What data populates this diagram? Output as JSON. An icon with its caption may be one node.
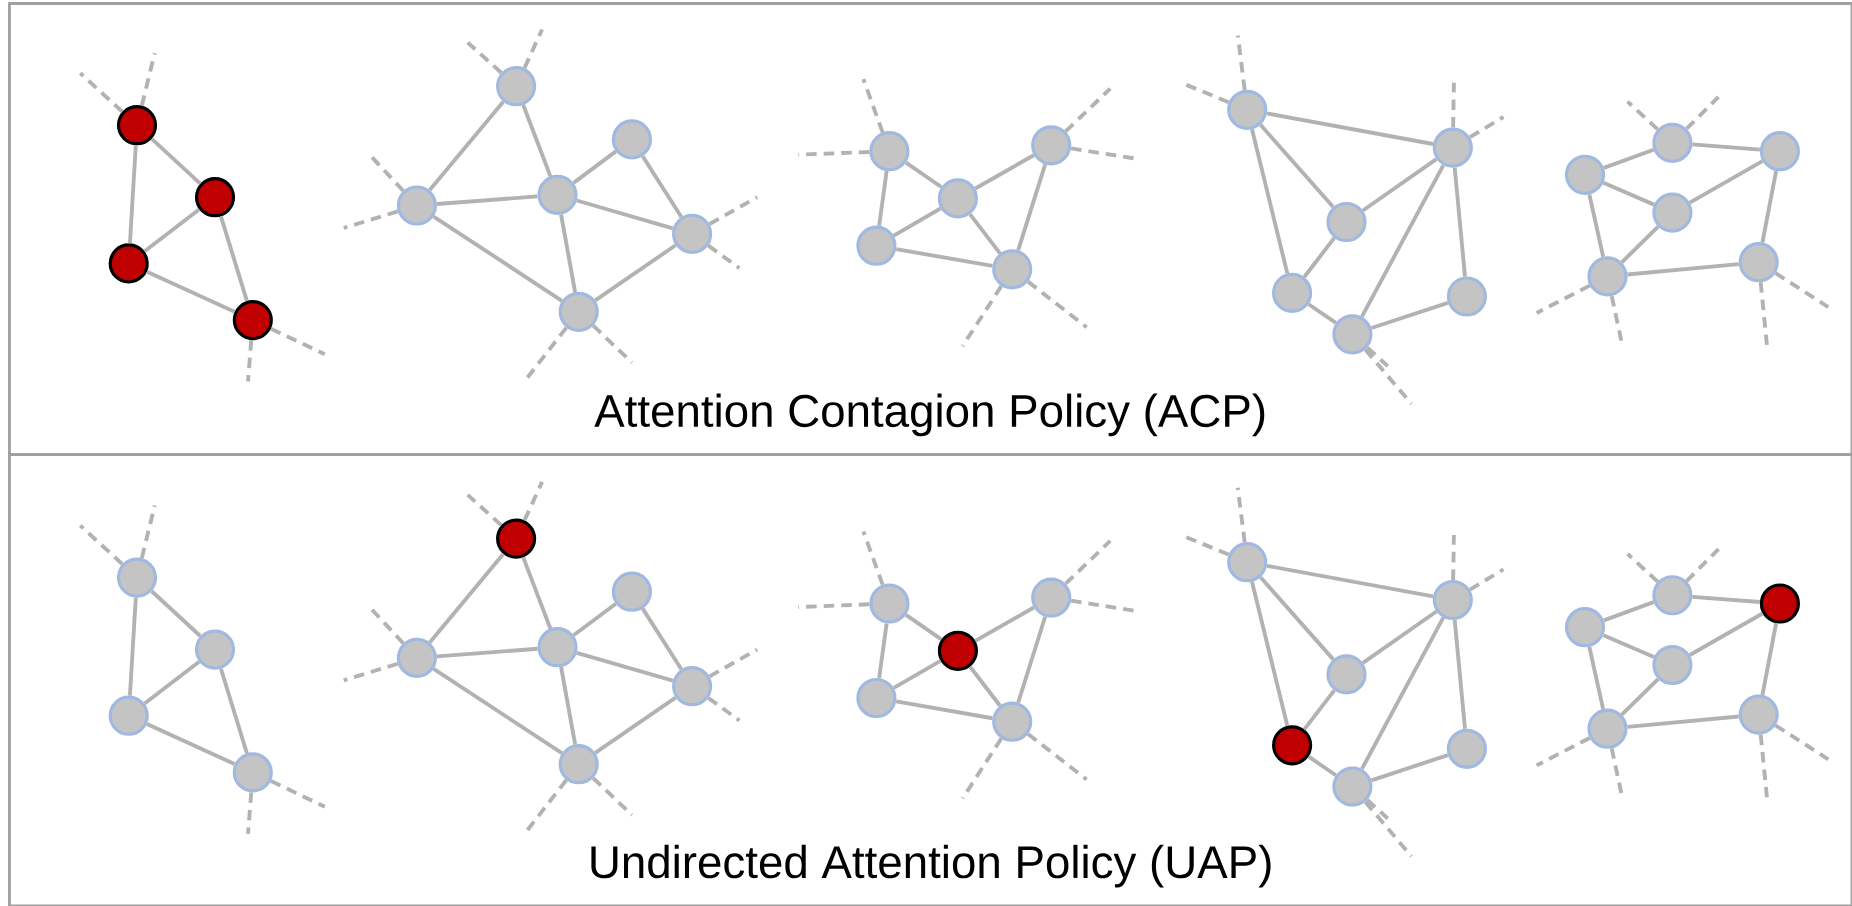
{
  "diagram": {
    "nodes": [
      {
        "text": [
          "Attention Contagion Policy (ACP)"
        ]
      },
      {
        "text": [],
        "shape": "circle",
        "in": 0
      },
      {
        "text": [],
        "shape": "circle",
        "in": 0
      },
      {
        "text": [],
        "shape": "circle",
        "in": 0
      },
      {
        "text": [],
        "shape": "circle",
        "in": 0
      },
      {
        "text": [],
        "shape": "circle",
        "in": 0
      },
      {
        "text": [],
        "shape": "circle",
        "in": 0
      },
      {
        "text": [],
        "shape": "circle",
        "in": 0
      },
      {
        "text": [],
        "shape": "circle",
        "in": 0
      },
      {
        "text": [],
        "shape": "circle",
        "in": 0
      },
      {
        "text": [],
        "shape": "circle",
        "in": 0
      },
      {
        "text": [],
        "shape": "circle",
        "in": 0
      },
      {
        "text": [],
        "shape": "circle",
        "in": 0
      },
      {
        "text": [],
        "shape": "circle",
        "in": 0
      },
      {
        "text": [],
        "shape": "circle",
        "in": 0
      },
      {
        "text": [],
        "shape": "circle",
        "in": 0
      },
      {
        "text": [],
        "shape": "circle",
        "in": 0
      },
      {
        "text": [],
        "shape": "circle",
        "in": 0
      },
      {
        "text": [],
        "shape": "circle",
        "in": 0
      },
      {
        "text": [],
        "shape": "circle",
        "in": 0
      },
      {
        "text": [],
        "shape": "circle",
        "in": 0
      },
      {
        "text": [],
        "shape": "circle",
        "in": 0
      },
      {
        "text": [],
        "shape": "circle",
        "in": 0
      },
      {
        "text": [],
        "shape": "circle",
        "in": 0
      },
      {
        "text": [],
        "shape": "circle",
        "in": 0
      },
      {
        "text": [],
        "shape": "circle",
        "in": 0
      },
      {
        "text": [],
        "shape": "circle",
        "in": 0
      },
      {
        "text": [],
        "shape": "circle",
        "in": 0
      },
      {
        "text": [
          "Undirected Attention Policy (UAP)"
        ]
      },
      {
        "text": [],
        "shape": "circle",
        "in": 28
      },
      {
        "text": [],
        "shape": "circle",
        "in": 28
      },
      {
        "text": [],
        "shape": "circle",
        "in": 28
      },
      {
        "text": [],
        "shape": "circle",
        "in": 28
      },
      {
        "text": [],
        "shape": "circle",
        "in": 28
      },
      {
        "text": [],
        "shape": "circle",
        "in": 28
      },
      {
        "text": [],
        "shape": "circle",
        "in": 28
      },
      {
        "text": [],
        "shape": "circle",
        "in": 28
      },
      {
        "text": [],
        "shape": "circle",
        "in": 28
      },
      {
        "text": [],
        "shape": "circle",
        "in": 28
      },
      {
        "text": [],
        "shape": "circle",
        "in": 28
      },
      {
        "text": [],
        "shape": "circle",
        "in": 28
      },
      {
        "text": [],
        "shape": "circle",
        "in": 28
      },
      {
        "text": [],
        "shape": "circle",
        "in": 28
      },
      {
        "text": [],
        "shape": "circle",
        "in": 28
      },
      {
        "text": [],
        "shape": "circle",
        "in": 28
      },
      {
        "text": [],
        "shape": "circle",
        "in": 28
      },
      {
        "text": [],
        "shape": "circle",
        "in": 28
      },
      {
        "text": [],
        "shape": "circle",
        "in": 28
      },
      {
        "text": [],
        "shape": "circle",
        "in": 28
      },
      {
        "text": [],
        "shape": "circle",
        "in": 28
      },
      {
        "text": [],
        "shape": "circle",
        "in": 28
      },
      {
        "text": [],
        "shape": "circle",
        "in": 28
      },
      {
        "text": [],
        "shape": "circle",
        "in": 28
      },
      {
        "text": [],
        "shape": "circle",
        "in": 28
      },
      {
        "text": [],
        "shape": "circle",
        "in": 28
      },
      {
        "text": [],
        "shape": "circle",
        "in": 28
      }
    ],
    "edges": [
      {
        "from": 1,
        "to": 2,
        "arrow": "none"
      },
      {
        "from": 1,
        "to": 3,
        "arrow": "none"
      },
      {
        "from": 3,
        "to": 2,
        "arrow": "none"
      },
      {
        "from": 2,
        "to": 4,
        "arrow": "none"
      },
      {
        "from": 3,
        "to": 4,
        "arrow": "none"
      },
      {
        "from": 5,
        "to": 6,
        "arrow": "none"
      },
      {
        "from": 5,
        "to": 7,
        "arrow": "none"
      },
      {
        "from": 6,
        "to": 7,
        "arrow": "none"
      },
      {
        "from": 7,
        "to": 8,
        "arrow": "none"
      },
      {
        "from": 8,
        "to": 9,
        "arrow": "none"
      },
      {
        "from": 7,
        "to": 9,
        "arrow": "none"
      },
      {
        "from": 6,
        "to": 10,
        "arrow": "none"
      },
      {
        "from": 7,
        "to": 10,
        "arrow": "none"
      },
      {
        "from": 10,
        "to": 9,
        "arrow": "none"
      },
      {
        "from": 11,
        "to": 12,
        "arrow": "none"
      },
      {
        "from": 11,
        "to": 13,
        "arrow": "none"
      },
      {
        "from": 13,
        "to": 12,
        "arrow": "none"
      },
      {
        "from": 12,
        "to": 14,
        "arrow": "none"
      },
      {
        "from": 13,
        "to": 14,
        "arrow": "none"
      },
      {
        "from": 12,
        "to": 15,
        "arrow": "none"
      },
      {
        "from": 15,
        "to": 14,
        "arrow": "none"
      },
      {
        "from": 16,
        "to": 17,
        "arrow": "none"
      },
      {
        "from": 16,
        "to": 18,
        "arrow": "none"
      },
      {
        "from": 16,
        "to": 19,
        "arrow": "none"
      },
      {
        "from": 17,
        "to": 18,
        "arrow": "none"
      },
      {
        "from": 17,
        "to": 19,
        "arrow": "none"
      },
      {
        "from": 18,
        "to": 20,
        "arrow": "none"
      },
      {
        "from": 18,
        "to": 21,
        "arrow": "none"
      },
      {
        "from": 20,
        "to": 21,
        "arrow": "none"
      },
      {
        "from": 19,
        "to": 20,
        "arrow": "none"
      },
      {
        "from": 23,
        "to": 22,
        "arrow": "none"
      },
      {
        "from": 22,
        "to": 24,
        "arrow": "none"
      },
      {
        "from": 23,
        "to": 25,
        "arrow": "none"
      },
      {
        "from": 25,
        "to": 24,
        "arrow": "none"
      },
      {
        "from": 25,
        "to": 26,
        "arrow": "none"
      },
      {
        "from": 23,
        "to": 26,
        "arrow": "none"
      },
      {
        "from": 24,
        "to": 27,
        "arrow": "none"
      },
      {
        "from": 26,
        "to": 27,
        "arrow": "none"
      },
      {
        "from": 1,
        "to": null,
        "arrow": "none",
        "style": "dashed"
      },
      {
        "from": 1,
        "to": null,
        "arrow": "none",
        "style": "dashed"
      },
      {
        "from": 4,
        "to": null,
        "arrow": "none",
        "style": "dashed"
      },
      {
        "from": 4,
        "to": null,
        "arrow": "none",
        "style": "dashed"
      },
      {
        "from": 5,
        "to": null,
        "arrow": "none",
        "style": "dashed"
      },
      {
        "from": 5,
        "to": null,
        "arrow": "none",
        "style": "dashed"
      },
      {
        "from": 6,
        "to": null,
        "arrow": "none",
        "style": "dashed"
      },
      {
        "from": 6,
        "to": null,
        "arrow": "none",
        "style": "dashed"
      },
      {
        "from": 9,
        "to": null,
        "arrow": "none",
        "style": "dashed"
      },
      {
        "from": 9,
        "to": null,
        "arrow": "none",
        "style": "dashed"
      },
      {
        "from": 10,
        "to": null,
        "arrow": "none",
        "style": "dashed"
      },
      {
        "from": 10,
        "to": null,
        "arrow": "none",
        "style": "dashed"
      },
      {
        "from": 11,
        "to": null,
        "arrow": "none",
        "style": "dashed"
      },
      {
        "from": 11,
        "to": null,
        "arrow": "none",
        "style": "dashed"
      },
      {
        "from": 15,
        "to": null,
        "arrow": "none",
        "style": "dashed"
      },
      {
        "from": 15,
        "to": null,
        "arrow": "none",
        "style": "dashed"
      },
      {
        "from": 14,
        "to": null,
        "arrow": "none",
        "style": "dashed"
      },
      {
        "from": 14,
        "to": null,
        "arrow": "none",
        "style": "dashed"
      },
      {
        "from": 16,
        "to": null,
        "arrow": "none",
        "style": "dashed"
      },
      {
        "from": 16,
        "to": null,
        "arrow": "none",
        "style": "dashed"
      },
      {
        "from": 18,
        "to": null,
        "arrow": "none",
        "style": "dashed"
      },
      {
        "from": 18,
        "to": null,
        "arrow": "none",
        "style": "dashed"
      },
      {
        "from": 20,
        "to": null,
        "arrow": "none",
        "style": "dashed"
      },
      {
        "from": 20,
        "to": null,
        "arrow": "none",
        "style": "dashed"
      },
      {
        "from": 22,
        "to": null,
        "arrow": "none",
        "style": "dashed"
      },
      {
        "from": 22,
        "to": null,
        "arrow": "none",
        "style": "dashed"
      },
      {
        "from": 26,
        "to": null,
        "arrow": "none",
        "style": "dashed"
      },
      {
        "from": 26,
        "to": null,
        "arrow": "none",
        "style": "dashed"
      },
      {
        "from": 27,
        "to": null,
        "arrow": "none",
        "style": "dashed"
      },
      {
        "from": 27,
        "to": null,
        "arrow": "none",
        "style": "dashed"
      },
      {
        "from": 29,
        "to": 30,
        "arrow": "none"
      },
      {
        "from": 29,
        "to": 31,
        "arrow": "none"
      },
      {
        "from": 31,
        "to": 30,
        "arrow": "none"
      },
      {
        "from": 30,
        "to": 32,
        "arrow": "none"
      },
      {
        "from": 31,
        "to": 32,
        "arrow": "none"
      },
      {
        "from": 33,
        "to": 34,
        "arrow": "none"
      },
      {
        "from": 33,
        "to": 35,
        "arrow": "none"
      },
      {
        "from": 34,
        "to": 35,
        "arrow": "none"
      },
      {
        "from": 35,
        "to": 36,
        "arrow": "none"
      },
      {
        "from": 36,
        "to": 37,
        "arrow": "none"
      },
      {
        "from": 35,
        "to": 37,
        "arrow": "none"
      },
      {
        "from": 34,
        "to": 38,
        "arrow": "none"
      },
      {
        "from": 35,
        "to": 38,
        "arrow": "none"
      },
      {
        "from": 38,
        "to": 37,
        "arrow": "none"
      },
      {
        "from": 39,
        "to": 40,
        "arrow": "none"
      },
      {
        "from": 39,
        "to": 41,
        "arrow": "none"
      },
      {
        "from": 41,
        "to": 40,
        "arrow": "none"
      },
      {
        "from": 40,
        "to": 42,
        "arrow": "none"
      },
      {
        "from": 41,
        "to": 42,
        "arrow": "none"
      },
      {
        "from": 40,
        "to": 43,
        "arrow": "none"
      },
      {
        "from": 43,
        "to": 42,
        "arrow": "none"
      },
      {
        "from": 44,
        "to": 45,
        "arrow": "none"
      },
      {
        "from": 44,
        "to": 46,
        "arrow": "none"
      },
      {
        "from": 44,
        "to": 47,
        "arrow": "none"
      },
      {
        "from": 45,
        "to": 46,
        "arrow": "none"
      },
      {
        "from": 45,
        "to": 47,
        "arrow": "none"
      },
      {
        "from": 46,
        "to": 48,
        "arrow": "none"
      },
      {
        "from": 46,
        "to": 49,
        "arrow": "none"
      },
      {
        "from": 48,
        "to": 49,
        "arrow": "none"
      },
      {
        "from": 47,
        "to": 48,
        "arrow": "none"
      },
      {
        "from": 51,
        "to": 50,
        "arrow": "none"
      },
      {
        "from": 50,
        "to": 52,
        "arrow": "none"
      },
      {
        "from": 51,
        "to": 53,
        "arrow": "none"
      },
      {
        "from": 53,
        "to": 52,
        "arrow": "none"
      },
      {
        "from": 53,
        "to": 54,
        "arrow": "none"
      },
      {
        "from": 51,
        "to": 54,
        "arrow": "none"
      },
      {
        "from": 52,
        "to": 55,
        "arrow": "none"
      },
      {
        "from": 54,
        "to": 55,
        "arrow": "none"
      },
      {
        "from": 29,
        "to": null,
        "arrow": "none",
        "style": "dashed"
      },
      {
        "from": 29,
        "to": null,
        "arrow": "none",
        "style": "dashed"
      },
      {
        "from": 32,
        "to": null,
        "arrow": "none",
        "style": "dashed"
      },
      {
        "from": 32,
        "to": null,
        "arrow": "none",
        "style": "dashed"
      },
      {
        "from": 33,
        "to": null,
        "arrow": "none",
        "style": "dashed"
      },
      {
        "from": 33,
        "to": null,
        "arrow": "none",
        "style": "dashed"
      },
      {
        "from": 34,
        "to": null,
        "arrow": "none",
        "style": "dashed"
      },
      {
        "from": 34,
        "to": null,
        "arrow": "none",
        "style": "dashed"
      },
      {
        "from": 37,
        "to": null,
        "arrow": "none",
        "style": "dashed"
      },
      {
        "from": 37,
        "to": null,
        "arrow": "none",
        "style": "dashed"
      },
      {
        "from": 38,
        "to": null,
        "arrow": "none",
        "style": "dashed"
      },
      {
        "from": 38,
        "to": null,
        "arrow": "none",
        "style": "dashed"
      },
      {
        "from": 39,
        "to": null,
        "arrow": "none",
        "style": "dashed"
      },
      {
        "from": 39,
        "to": null,
        "arrow": "none",
        "style": "dashed"
      },
      {
        "from": 43,
        "to": null,
        "arrow": "none",
        "style": "dashed"
      },
      {
        "from": 43,
        "to": null,
        "arrow": "none",
        "style": "dashed"
      },
      {
        "from": 42,
        "to": null,
        "arrow": "none",
        "style": "dashed"
      },
      {
        "from": 42,
        "to": null,
        "arrow": "none",
        "style": "dashed"
      },
      {
        "from": 44,
        "to": null,
        "arrow": "none",
        "style": "dashed"
      },
      {
        "from": 44,
        "to": null,
        "arrow": "none",
        "style": "dashed"
      },
      {
        "from": 46,
        "to": null,
        "arrow": "none",
        "style": "dashed"
      },
      {
        "from": 46,
        "to": null,
        "arrow": "none",
        "style": "dashed"
      },
      {
        "from": 48,
        "to": null,
        "arrow": "none",
        "style": "dashed"
      },
      {
        "from": 48,
        "to": null,
        "arrow": "none",
        "style": "dashed"
      },
      {
        "from": 50,
        "to": null,
        "arrow": "none",
        "style": "dashed"
      },
      {
        "from": 50,
        "to": null,
        "arrow": "none",
        "style": "dashed"
      },
      {
        "from": 54,
        "to": null,
        "arrow": "none",
        "style": "dashed"
      },
      {
        "from": 54,
        "to": null,
        "arrow": "none",
        "style": "dashed"
      },
      {
        "from": 55,
        "to": null,
        "arrow": "none",
        "style": "dashed"
      },
      {
        "from": 55,
        "to": null,
        "arrow": "none",
        "style": "dashed"
      }
    ]
  }
}
